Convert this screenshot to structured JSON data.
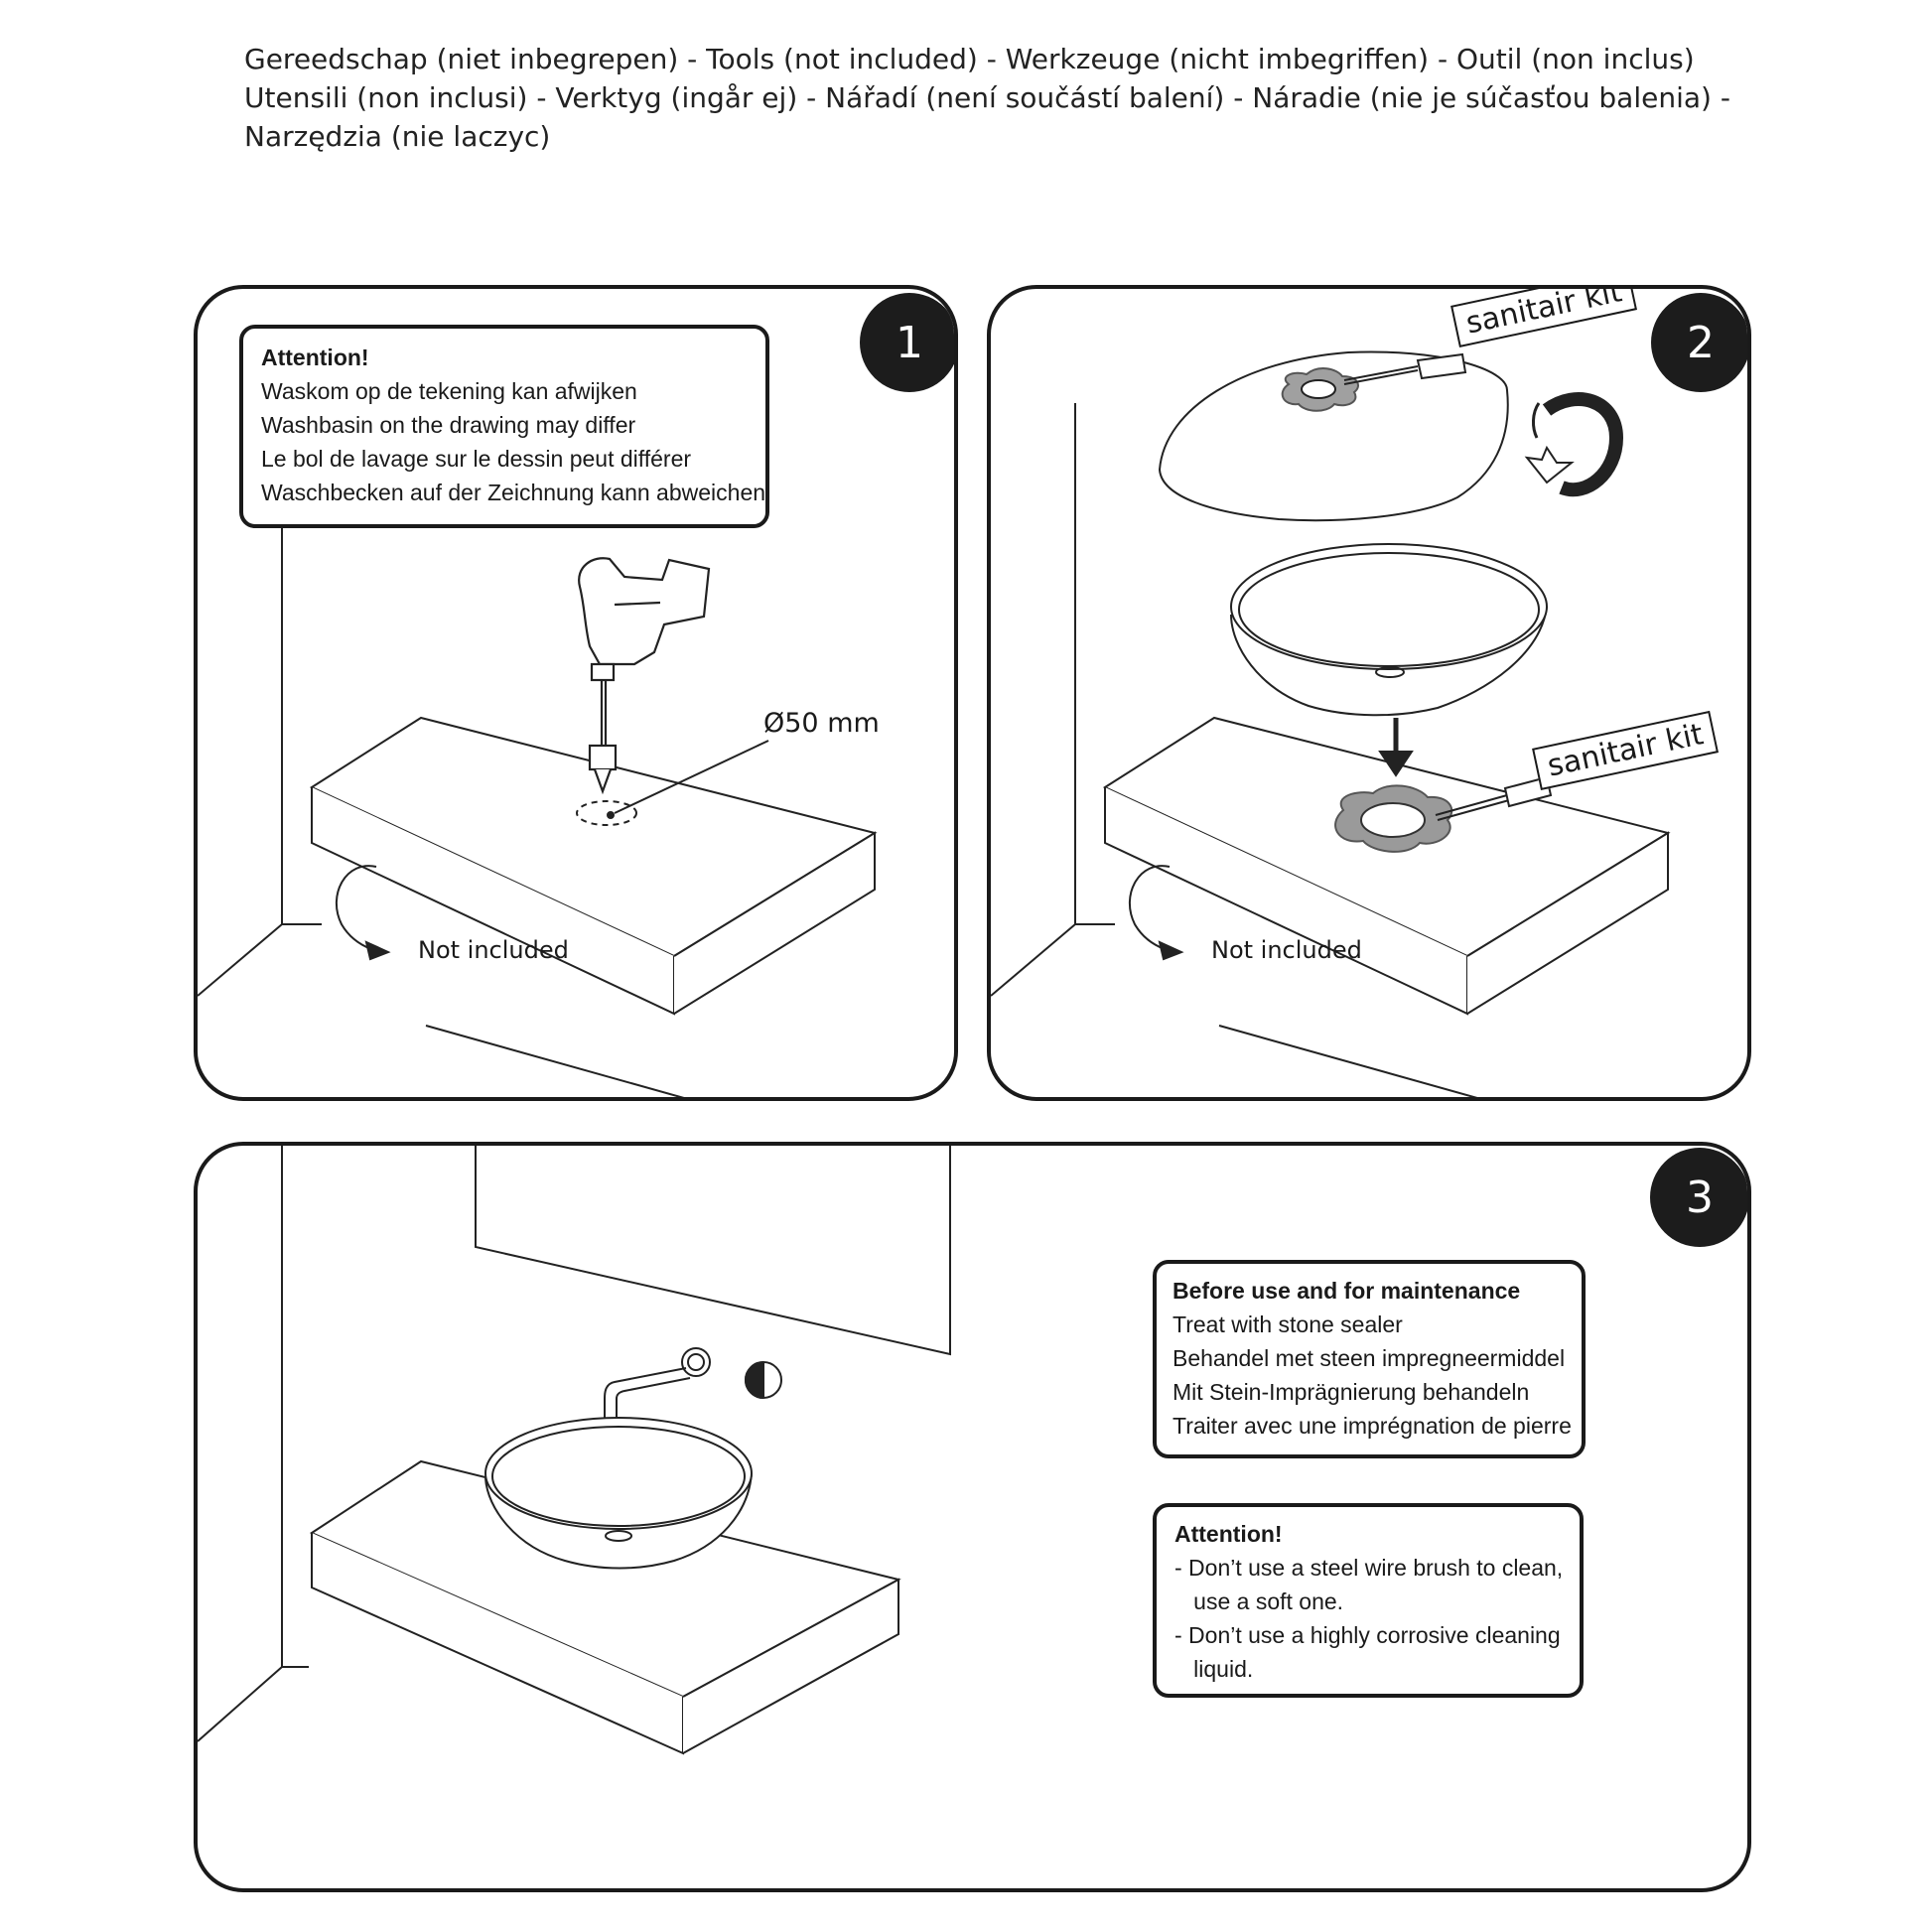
{
  "header": {
    "lines": [
      "Gereedschap (niet inbegrepen) - Tools (not included) -  Werkzeuge (nicht imbegriffen) - Outil (non inclus)",
      "Utensili (non inclusi) - Verktyg (ingår ej) - Nářadí (není součástí balení) - Náradie (nie je súčasťou balenia) -",
      "Narzędzia (nie laczyc)"
    ]
  },
  "steps": [
    {
      "number": "1",
      "attention": {
        "title": "Attention!",
        "lines": [
          "Waskom op de tekening kan afwijken",
          "Washbasin on the drawing may differ",
          "Le bol de lavage sur le dessin peut différer",
          "Waschbecken auf der Zeichnung kann abweichen"
        ]
      },
      "diameter_label": "Ø50 mm",
      "not_included_label": "Not included"
    },
    {
      "number": "2",
      "kit_label_top": "sanitair kit",
      "kit_label_bottom": "sanitair kit",
      "not_included_label": "Not included"
    },
    {
      "number": "3",
      "maintenance": {
        "title": "Before use and for maintenance",
        "lines": [
          "Treat with stone sealer",
          "Behandel met steen impregneermiddel",
          "Mit Stein-Imprägnierung behandeln",
          "Traiter avec une imprégnation de pierre"
        ]
      },
      "attention": {
        "title": "Attention!",
        "lines": [
          "- Don’t use a steel wire brush to clean,",
          "   use a soft one.",
          "- Don’t use a highly corrosive cleaning",
          "   liquid."
        ]
      }
    }
  ]
}
